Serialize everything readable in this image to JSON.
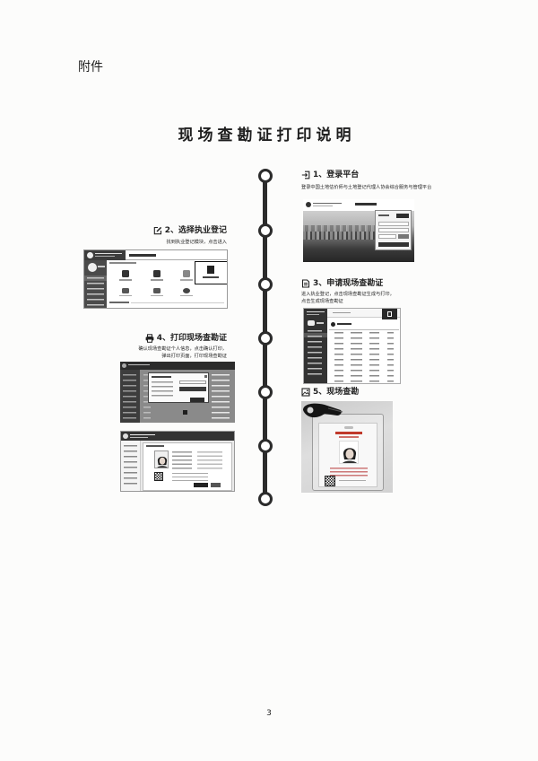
{
  "attachment_label": "附件",
  "title": "现场查勘证打印说明",
  "steps": [
    {
      "title": "1、登录平台",
      "icon": "login-icon",
      "desc": [
        "登录中国土地估价师与土地登记代理人协会综合服务与管理平台"
      ]
    },
    {
      "title": "2、选择执业登记",
      "icon": "edit-icon",
      "desc": [
        "找到执业登记模块，点击进入"
      ]
    },
    {
      "title": "3、申请现场查勘证",
      "icon": "document-icon",
      "desc": [
        "进入执业登记，点击现场查勘证生成与打印，",
        "点击生成现场查勘证"
      ]
    },
    {
      "title": "4、打印现场查勘证",
      "icon": "printer-icon",
      "desc": [
        "确认现场查勘证个人信息，点击确认打印，",
        "弹出打印页面，打印现场查勘证"
      ]
    },
    {
      "title": "5、现场查勘",
      "icon": "image-icon",
      "desc": []
    }
  ],
  "page_number": "3",
  "colors": {
    "ink": "#1e1e1e",
    "timeline": "#2b2b2b",
    "badge_red": "#c0392b"
  }
}
